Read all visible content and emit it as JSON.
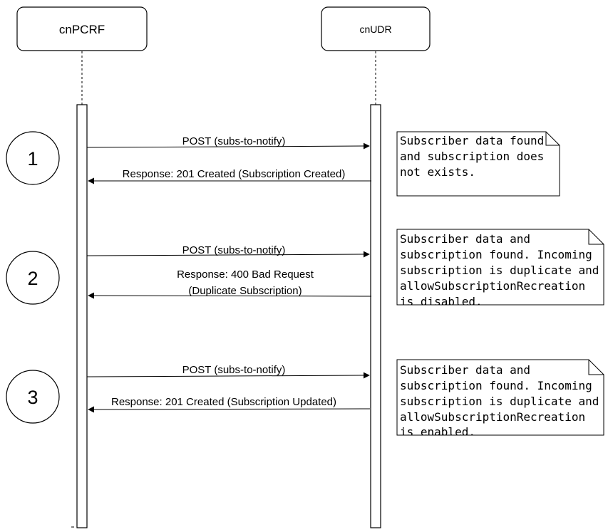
{
  "participants": {
    "pcrf": "cnPCRF",
    "udr": "cnUDR"
  },
  "steps": [
    {
      "number": "1",
      "request": "POST (subs-to-notify)",
      "response_lines": [
        "Response: 201 Created (Subscription Created)"
      ],
      "note_lines": [
        "Subscriber data found",
        "and subscription does",
        "not exists."
      ]
    },
    {
      "number": "2",
      "request": "POST (subs-to-notify)",
      "response_lines": [
        "Response: 400 Bad Request",
        "(Duplicate Subscription)"
      ],
      "note_lines": [
        "Subscriber data and",
        "subscription found. Incoming",
        "subscription is duplicate and",
        "allowSubscriptionRecreation",
        "is disabled."
      ]
    },
    {
      "number": "3",
      "request": "POST (subs-to-notify)",
      "response_lines": [
        "Response: 201 Created (Subscription Updated)"
      ],
      "note_lines": [
        "Subscriber data and",
        "subscription found. Incoming",
        "subscription is duplicate and",
        "allowSubscriptionRecreation",
        "is enabled."
      ]
    }
  ]
}
